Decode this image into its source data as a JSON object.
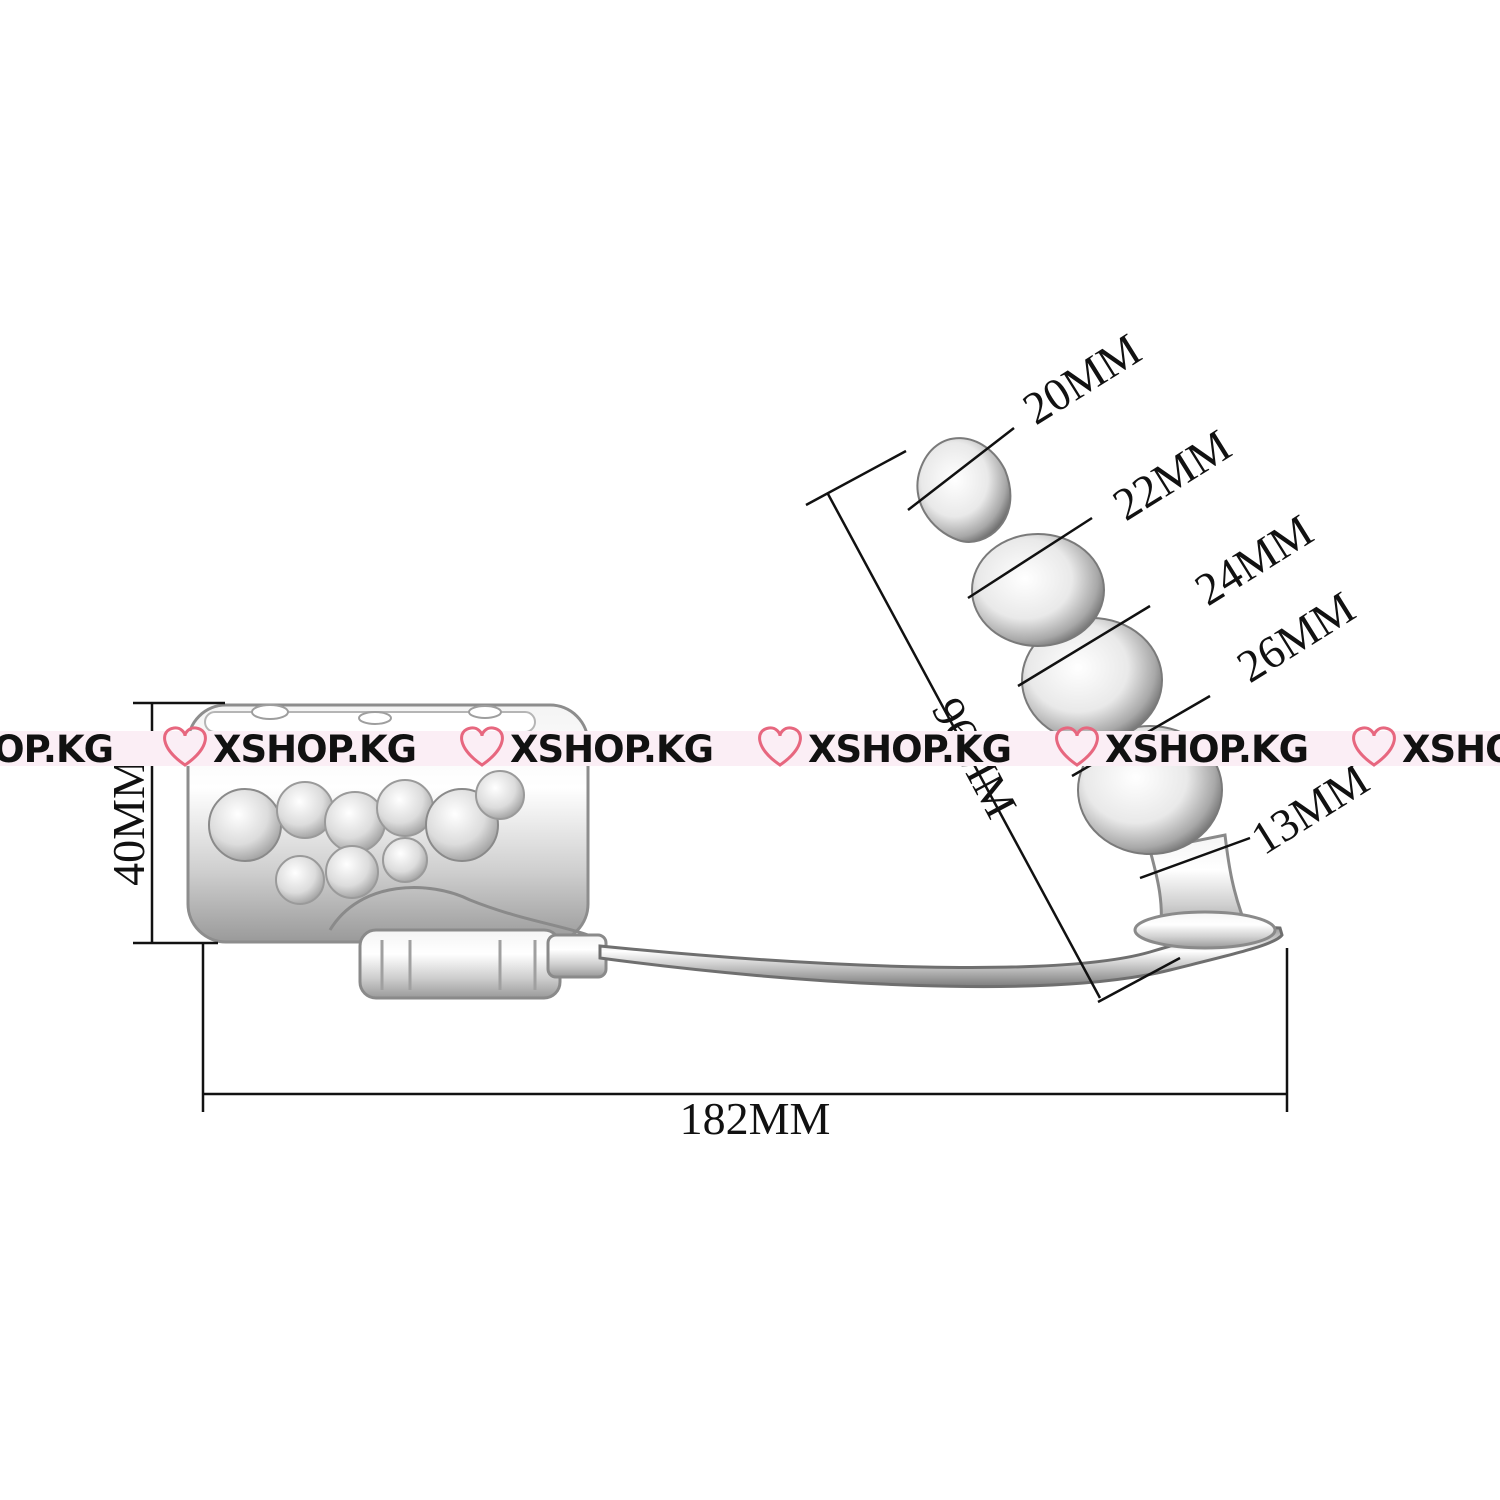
{
  "dimensions": {
    "overall_length": "182MM",
    "cup_height": "40MM",
    "plug_length": "96MM",
    "bead_1": "20MM",
    "bead_2": "22MM",
    "bead_3": "24MM",
    "bead_4": "26MM",
    "neck": "13MM"
  },
  "watermark": {
    "text": "XSHOP.KG",
    "band_color": "#fbeef5",
    "heart_color": "#e7677f"
  },
  "colors": {
    "line": "#111111",
    "glass_light": "#ffffff",
    "glass_dark": "#8a8a8a"
  }
}
